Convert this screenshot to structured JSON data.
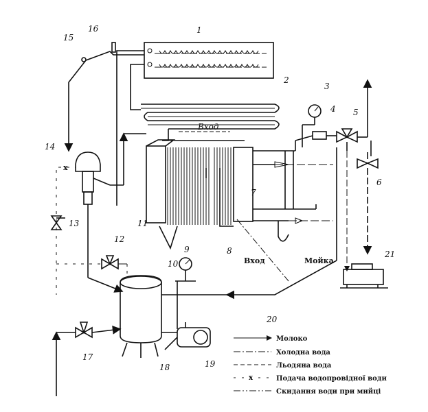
{
  "components": [
    "1",
    "2",
    "3",
    "4",
    "5",
    "6",
    "7",
    "8",
    "9",
    "10",
    "11",
    "12",
    "13",
    "14",
    "15",
    "16",
    "17",
    "18",
    "19",
    "20",
    "21"
  ],
  "labels": {
    "vkhod_top": "Вход",
    "vkhod_bottom": "Вход",
    "moika": "Мойка"
  },
  "legend": [
    {
      "style": "solid",
      "text": "Молоко"
    },
    {
      "style": "dash-dot",
      "text": "Холодна вода"
    },
    {
      "style": "dashed",
      "text": "Льодяна вода"
    },
    {
      "style": "cross",
      "text": "Подача водопровідної води"
    },
    {
      "style": "dash-dot-dot",
      "text": "Скидання води при мийці"
    }
  ],
  "colors": {
    "ink": "#111111",
    "paper": "#ffffff"
  }
}
